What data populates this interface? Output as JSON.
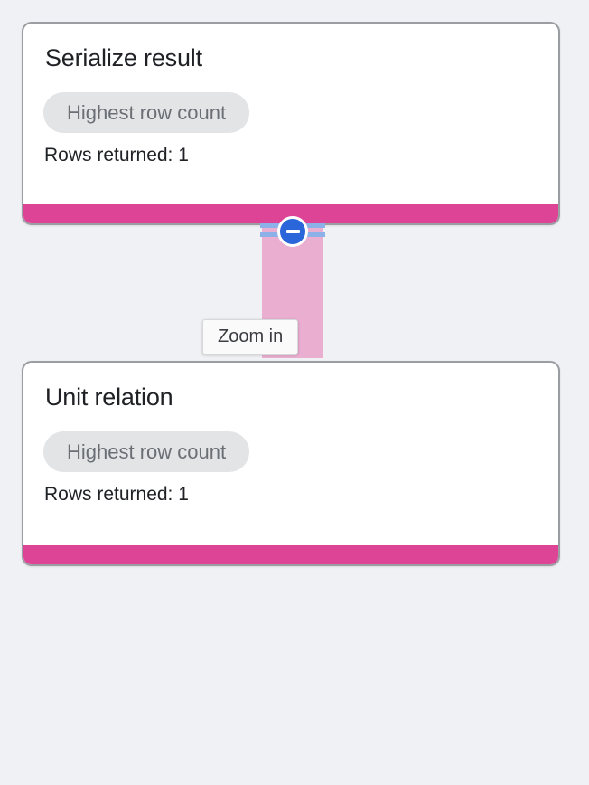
{
  "page": {
    "background_color": "#f0f1f4"
  },
  "graph": {
    "connector": {
      "name": "vertical-connector",
      "color": "#eaaed1",
      "line_color": "#8cb0e8",
      "collapse_button": {
        "icon": "minus-circle-icon",
        "color": "#2a66da",
        "tooltip": "Zoom in"
      }
    },
    "nodes": [
      {
        "title": "Serialize result",
        "badge": "Highest row count",
        "detail": "Rows returned: 1",
        "accent_color": "#de4496"
      },
      {
        "title": "Unit relation",
        "badge": "Highest row count",
        "detail": "Rows returned: 1",
        "accent_color": "#de4496"
      }
    ]
  },
  "tooltip": {
    "label": "Zoom in"
  }
}
